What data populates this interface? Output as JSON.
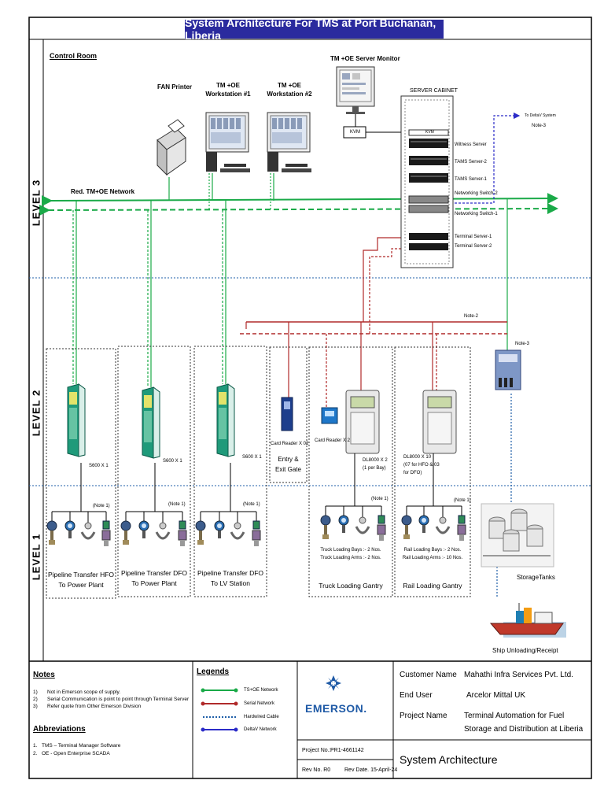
{
  "title": "System Architecture For TMS at  Port Buchanan, Liberia",
  "levels": {
    "l3": "LEVEL 3",
    "l2": "LEVEL 2",
    "l1": "LEVEL 1"
  },
  "control_room": "Control Room",
  "devices": {
    "fan_printer": "FAN Printer",
    "ws1_line1": "TM +OE",
    "ws1_line2": "Workstation #1",
    "ws2_line1": "TM +OE",
    "ws2_line2": "Workstation #2",
    "server_monitor": "TM +OE Server Monitor",
    "kvm": "KVM",
    "server_cabinet": "SERVER CABINET",
    "kvm_slot": "KVM",
    "witness_server": "Witness Server",
    "tams_server_2": "TAMS Server-2",
    "tams_server_1": "TAMS Server-1",
    "networking_switch_2": "Networking Switch-2",
    "networking_switch_1": "Networking Switch-1",
    "terminal_server_1": "Terminal Server-1",
    "terminal_server_2": "Terminal Server-2",
    "to_deltav": "To DeltaV System",
    "note3_top": "Note-3",
    "red_network": "Red. TM+OE Network",
    "note2": "Note-2",
    "note3_mid": "Note-3"
  },
  "level2": {
    "s600_1": "S600 X 1",
    "s600_2": "S600 X 1",
    "s600_3": "S600 X 1",
    "card_reader_gate": "Card Reader X 02",
    "entry_line1": "Entry &",
    "entry_line2": "Exit Gate",
    "card_reader_truck": "Card Reader X 2",
    "dl_truck_line1": "DL8000 X 2",
    "dl_truck_line2": "(1 per Bay)",
    "dl_rail_line1": "DL8000 X 10",
    "dl_rail_line2": "(07 for HFO & 03",
    "dl_rail_line3": "for DFO)"
  },
  "level1": {
    "note1_a": "(Note 1)",
    "note1_b": "(Note 1)",
    "note1_c": "(Note 1)",
    "note1_d": "(Note 1)",
    "note1_e": "(Note 1)",
    "p1_line1": "Pipeline Transfer HFO",
    "p1_line2": "To Power Plant",
    "p2_line1": "Pipeline Transfer DFO",
    "p2_line2": "To Power Plant",
    "p3_line1": "Pipeline Transfer DFO",
    "p3_line2": "To LV Station",
    "truck_bays": "Truck Loading Bays :- 2 Nos.",
    "truck_arms": "Truck Loading Arms :- 2 Nos.",
    "truck_gantry": "Truck Loading Gantry",
    "rail_bays": "Rail Loading Bays :- 2 Nos.",
    "rail_arms": "Rail Loading Arms :- 10 Nos.",
    "rail_gantry": "Rail Loading Gantry",
    "storage_tanks": "StorageTanks",
    "ship": "Ship Unloading/Receipt"
  },
  "notes": {
    "heading": "Notes",
    "items": [
      {
        "num": "1)",
        "text": "Not in Emerson scope of supply."
      },
      {
        "num": "2)",
        "text": "Serial Communication is point to point through Terminal Server"
      },
      {
        "num": "3)",
        "text": "Refer quote from  Other Emerson Division"
      }
    ],
    "abbr_heading": "Abbreviations",
    "abbr": [
      {
        "num": "1.",
        "text": "TMS – Terminal Manager Software"
      },
      {
        "num": "2.",
        "text": "OE -  Open Enterprise SCADA"
      }
    ]
  },
  "legend": {
    "heading": "Legends",
    "items": [
      {
        "label": "TS+OE Network",
        "color": "#1aaa48",
        "style": "solid"
      },
      {
        "label": "Serial Network",
        "color": "#b02a2a",
        "style": "solid"
      },
      {
        "label": "Hardwired Cable",
        "color": "#1f5fa8",
        "style": "dotted"
      },
      {
        "label": "DeltaV Network",
        "color": "#2c2cc8",
        "style": "solid"
      }
    ]
  },
  "brand": "EMERSON.",
  "project": {
    "project_no_label": "Project No.:",
    "project_no": "PR1-4661142",
    "rev_label": "Rev No. R0",
    "rev_date": "Rev Date. 15-April-24",
    "customer_label": "Customer Name",
    "customer": "Mahathi Infra Services Pvt. Ltd.",
    "end_user_label": "End User",
    "end_user": "Arcelor Mittal UK",
    "project_name_label": "Project Name",
    "project_name_1": "Terminal Automation for Fuel",
    "project_name_2": "Storage and Distribution at Liberia",
    "drawing_title": "System Architecture"
  },
  "colors": {
    "network_green": "#1aaa48",
    "serial_red": "#b02a2a",
    "hardwired_blue": "#1f5fa8",
    "deltav_blue": "#2c2cc8",
    "title_bar": "#2a2a9e"
  }
}
